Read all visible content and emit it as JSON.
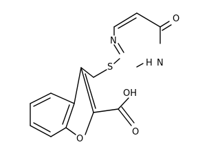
{
  "colors": {
    "bond": "#000000",
    "label": "#000000",
    "background": "#ffffff"
  },
  "labels": {
    "carbonyl_o": "O",
    "n_top": "N",
    "nh": "H",
    "n_bottom": "N",
    "sulfur": "S",
    "acid_oh": "OH",
    "acid_o": "O",
    "furan_o": "O"
  }
}
